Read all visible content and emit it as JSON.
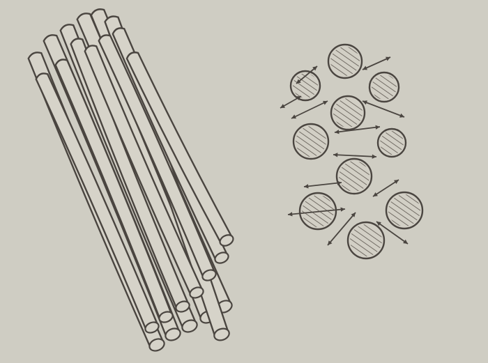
{
  "image": {
    "subject": "hand sketch",
    "panels": [
      {
        "name": "aligned-rods"
      },
      {
        "name": "dispersed-particles"
      }
    ]
  },
  "palette": {
    "paper": "#cfcdc3",
    "ink": "#4a4540",
    "frame": "#000000"
  }
}
